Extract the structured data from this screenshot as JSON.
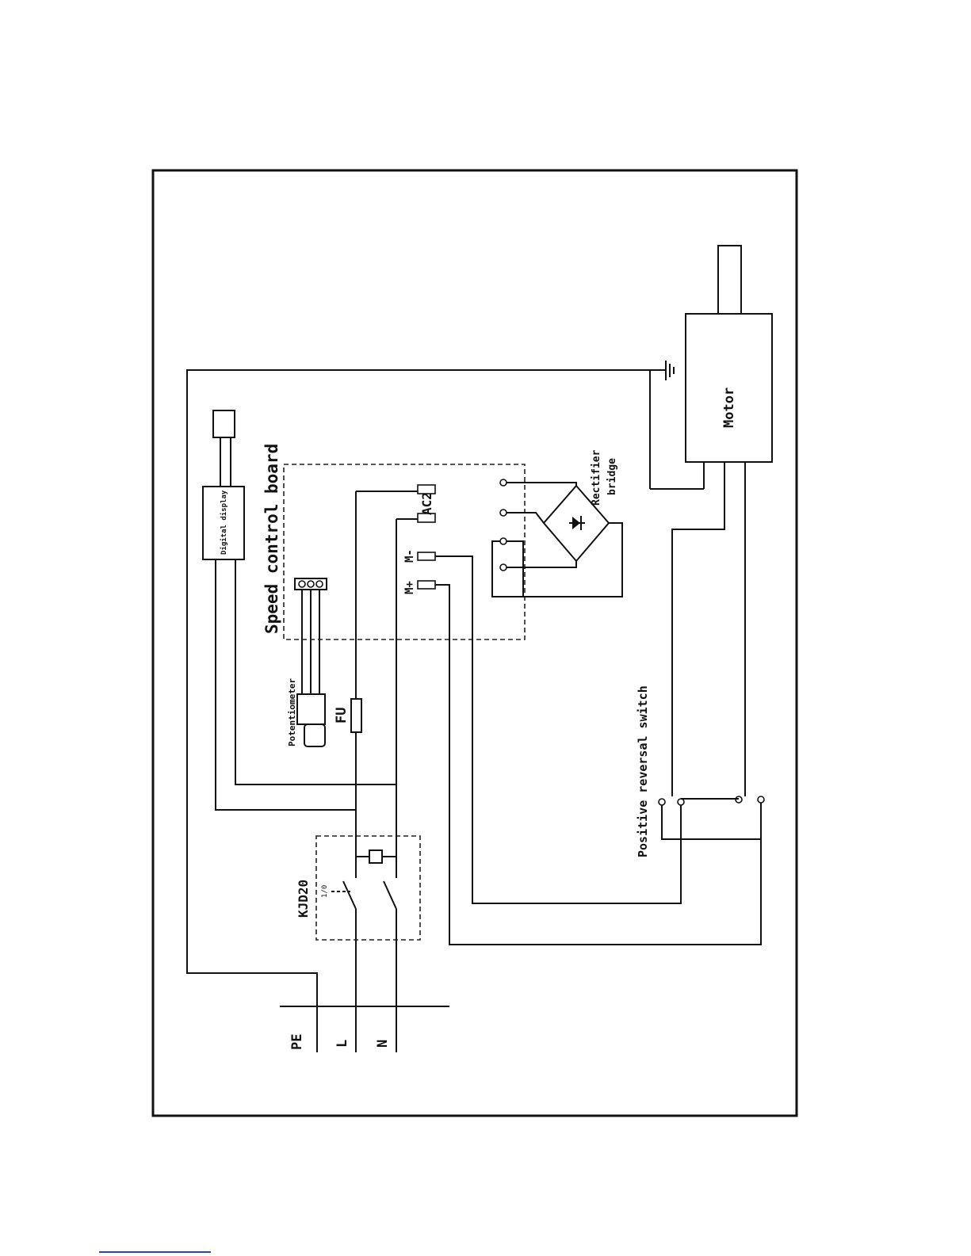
{
  "diagram": {
    "labels": {
      "pe": "PE",
      "l": "L",
      "n": "N",
      "kjd20": "KJD20",
      "kjd20_small": "1/0",
      "fu": "FU",
      "potentiometer": "Potentiometer",
      "digital_display": "Digital display",
      "speed_control_board": "Speed control board",
      "ac2": "AC2",
      "m_minus": "M-",
      "m_plus": "M+",
      "rectifier": "Rectifier",
      "bridge": "bridge",
      "motor": "Motor",
      "switch": "Positive reversal switch"
    }
  }
}
